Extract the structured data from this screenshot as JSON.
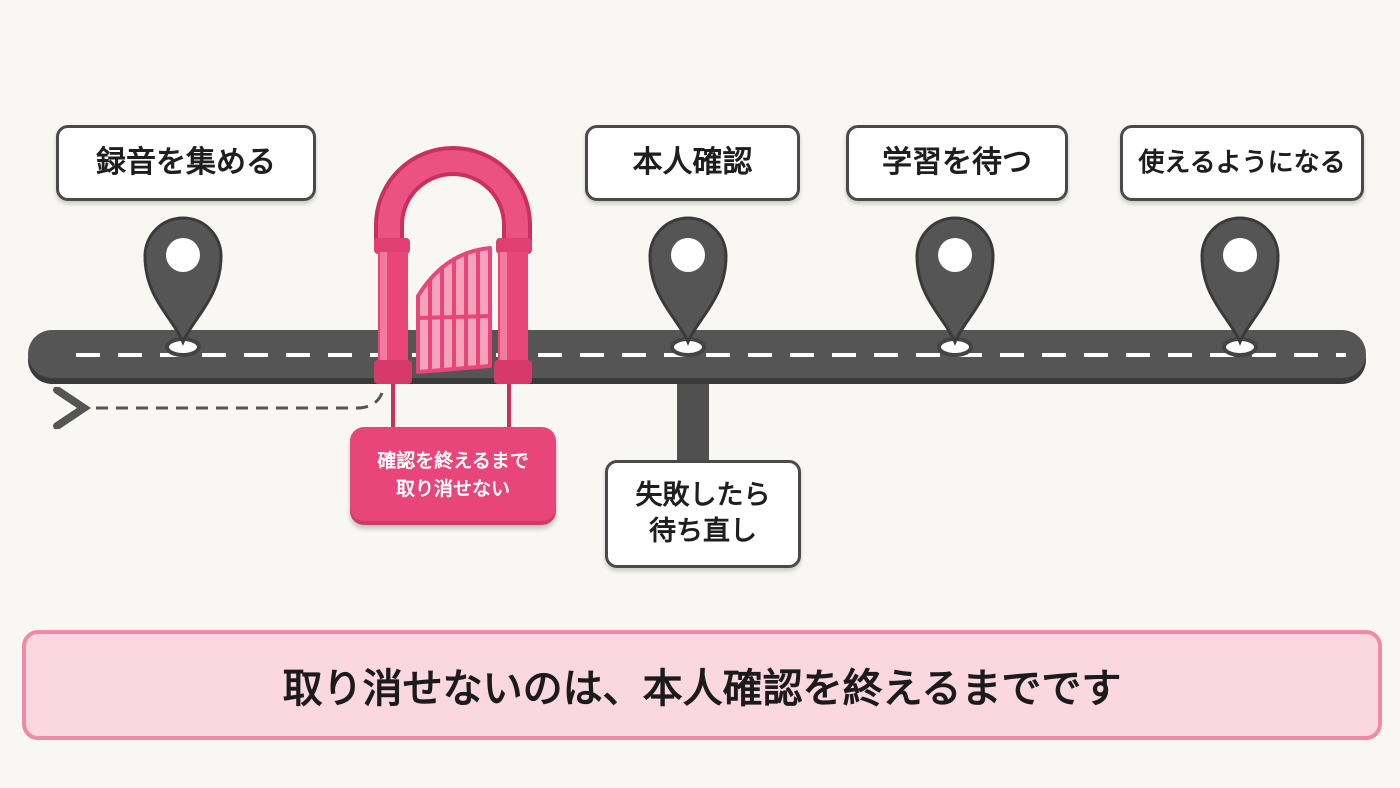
{
  "steps": [
    {
      "label": "録音を集める"
    },
    {
      "label": "本人確認"
    },
    {
      "label": "学習を待つ"
    },
    {
      "label": "使えるようになる"
    }
  ],
  "branch": {
    "label": "失敗したら\n待ち直し"
  },
  "gate_sign": {
    "label": "確認を終えるまで\n取り消せない"
  },
  "summary": {
    "text": "取り消せないのは、本人確認を終えるまでです"
  },
  "colors": {
    "road": "#505050",
    "gate": "#e8457a",
    "banner_bg": "#fbd7e2",
    "banner_border": "#f18aaa"
  },
  "icons": [
    "map-pin-icon",
    "gate-arch-icon",
    "dashed-arrow-left-icon"
  ]
}
